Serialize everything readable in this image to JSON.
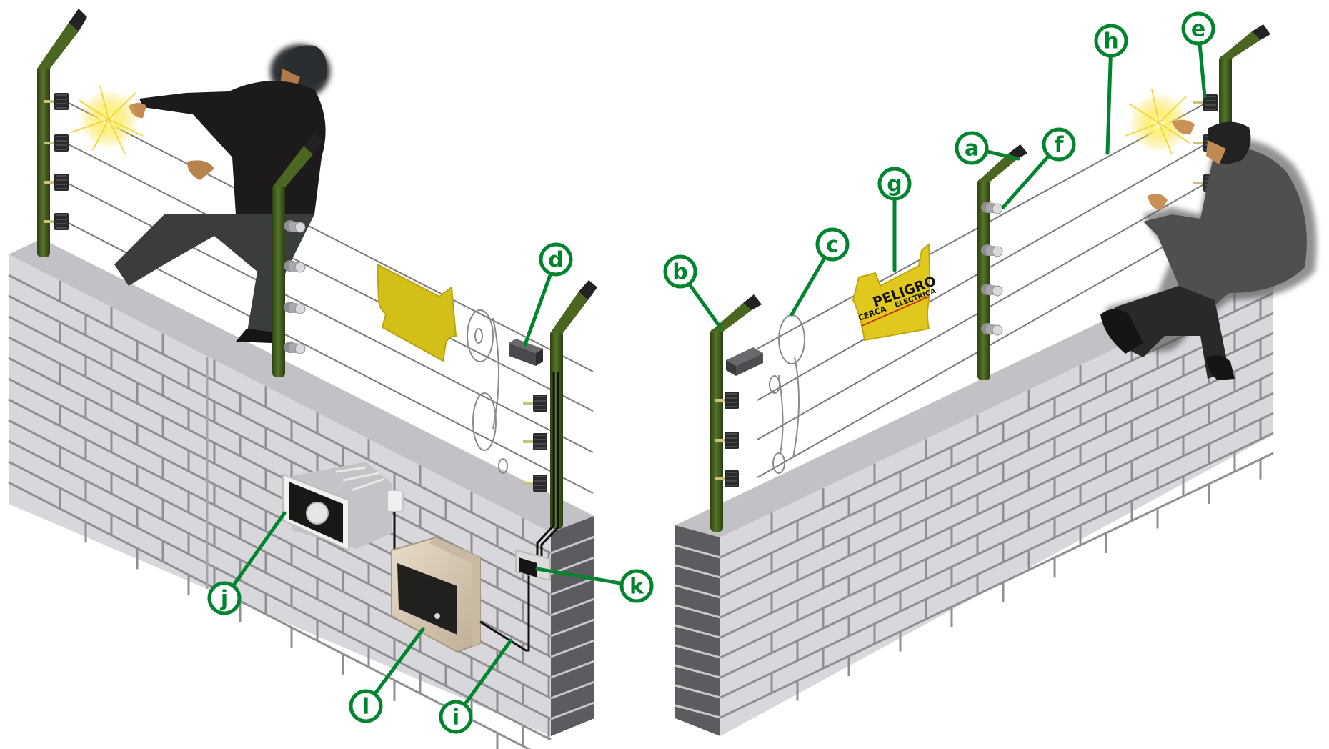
{
  "diagram": {
    "subject": "Electric security fence installation on brick walls",
    "colors": {
      "label_green": "#00852e",
      "post_green": "#3f5a1c",
      "brick_face": "#d8d8dc",
      "brick_mortar": "#8e8e93",
      "wall_cap": "#c2c2c6",
      "pillar_side": "#5c5c60",
      "sign_yellow": "#e0c81c",
      "controller_beige": "#d9cbb7"
    },
    "labels": [
      {
        "id": "a",
        "text": "a",
        "points_to": "post end cap"
      },
      {
        "id": "b",
        "text": "b",
        "points_to": "fence post"
      },
      {
        "id": "c",
        "text": "c",
        "points_to": "wire tensioner spring"
      },
      {
        "id": "d",
        "text": "d",
        "points_to": "grounding / connector box"
      },
      {
        "id": "e",
        "text": "e",
        "points_to": "end insulator"
      },
      {
        "id": "f",
        "text": "f",
        "points_to": "line insulator"
      },
      {
        "id": "g",
        "text": "g",
        "points_to": "warning sign"
      },
      {
        "id": "h",
        "text": "h",
        "points_to": "electrified wire"
      },
      {
        "id": "i",
        "text": "i",
        "points_to": "high-voltage cable"
      },
      {
        "id": "j",
        "text": "j",
        "points_to": "siren"
      },
      {
        "id": "k",
        "text": "k",
        "points_to": "switch box"
      },
      {
        "id": "l",
        "text": "l",
        "points_to": "energizer / controller"
      }
    ],
    "sign": {
      "line1": "PELIGRO",
      "line2a": "CERCA",
      "line2b": "ELECTRICA"
    }
  }
}
